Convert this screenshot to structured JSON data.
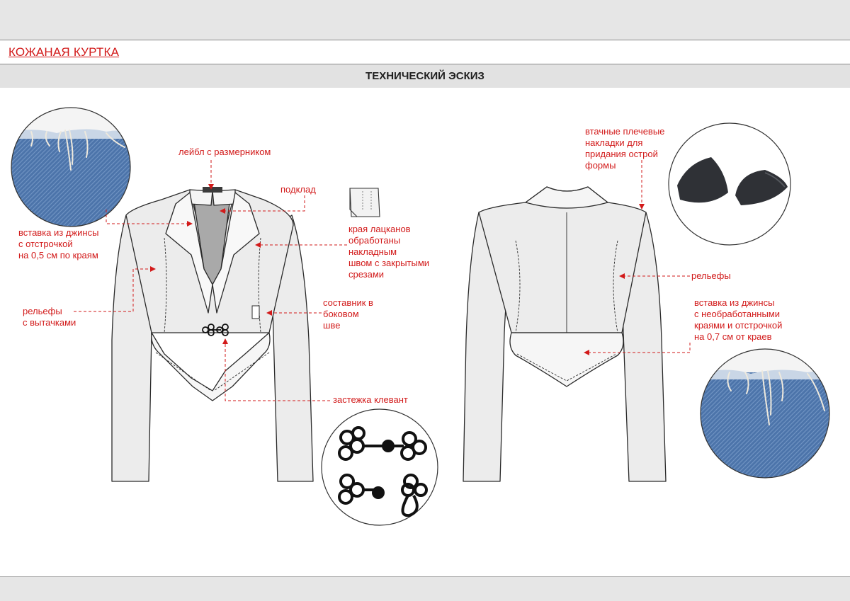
{
  "header": {
    "title": "КОЖАНАЯ КУРТКА",
    "section_title": "ТЕХНИЧЕСКИЙ ЭСКИЗ"
  },
  "colors": {
    "accent": "#d21a1a",
    "band": "#e6e6e6",
    "garment_fill": "#ececec",
    "denim": "#4a72a8",
    "outline": "#2a2a2a"
  },
  "annotations": {
    "label_size": "лейбл с размерником",
    "lining": "подклад",
    "lapel_edges": "края лацканов\nобработаны\nнакладным\nшвом с закрытыми\nсрезами",
    "denim_insert_front": "вставка из джинсы\nс отстрочкой\nна 0,5 см по краям",
    "reliefs_darts": "рельефы\nс вытачками",
    "side_seam_component": "составник в\nбоковом\nшве",
    "clasp": "застежка клевант",
    "shoulder_pads": "втачные плечевые\nнакладки для\nпридания острой\nформы",
    "reliefs_back": "рельефы",
    "denim_insert_back": "вставка из джинсы\nс необработанными\nкраями и отстрочкой\nна 0,7 см от краев"
  },
  "icons": {
    "denim_swatch": "denim-fabric-icon",
    "shoulder_pad": "shoulder-pad-icon",
    "frog_clasp": "frog-clasp-icon",
    "lapel_fold": "folded-edge-icon"
  }
}
